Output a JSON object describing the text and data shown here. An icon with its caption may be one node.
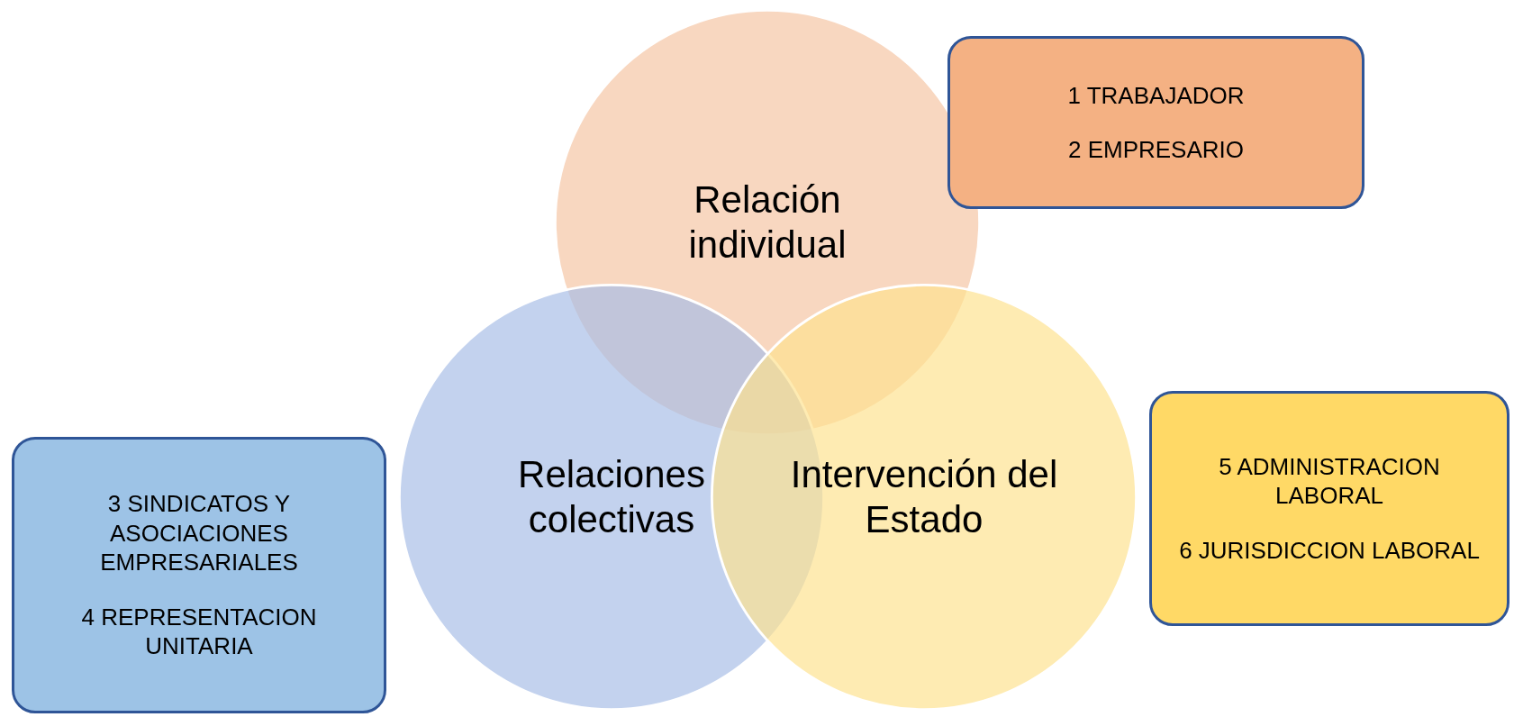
{
  "diagram": {
    "nodes": [
      {
        "text": [
          "Relación individual"
        ]
      },
      {
        "text": [
          "1 TRABAJADOR",
          "2 EMPRESARIO"
        ]
      },
      {
        "text": [
          "Relaciones colectivas"
        ]
      },
      {
        "text": [
          "Intervención del Estado"
        ]
      },
      {
        "text": [
          "5 ADMINISTRACION LABORAL",
          "6 JURISDICCION LABORAL"
        ]
      },
      {
        "text": [
          "3 SINDICATOS Y ASOCIACIONES EMPRESARIALES",
          "4 REPRESENTACION UNITARIA"
        ]
      }
    ],
    "edges": []
  }
}
